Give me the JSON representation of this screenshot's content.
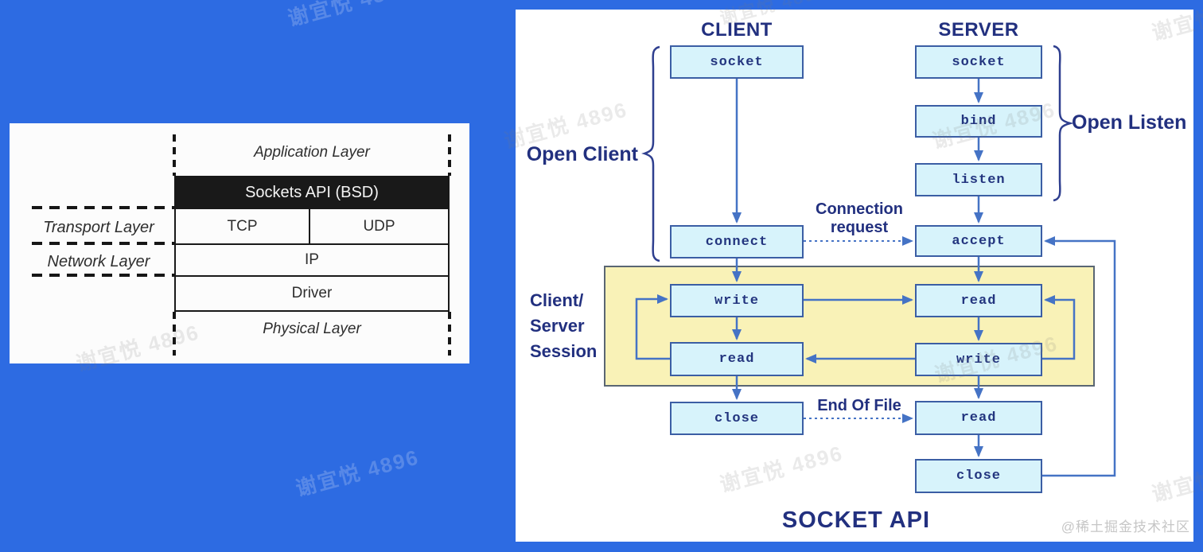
{
  "watermark": {
    "text": "谢宜悦 4896",
    "brand_badge": "@稀土掘金技术社区"
  },
  "layers_diagram": {
    "application_layer_label": "Application Layer",
    "sockets_api_label": "Sockets API (BSD)",
    "tcp_label": "TCP",
    "udp_label": "UDP",
    "ip_label": "IP",
    "driver_label": "Driver",
    "physical_layer_label": "Physical Layer",
    "transport_layer_label": "Transport Layer",
    "network_layer_label": "Network Layer"
  },
  "socket_flow_diagram": {
    "client_title": "CLIENT",
    "server_title": "SERVER",
    "open_client_label": "Open Client",
    "open_listen_label": "Open Listen",
    "connection_request_label": {
      "line1": "Connection",
      "line2": "request"
    },
    "session_label": {
      "line1": "Client/",
      "line2": "Server",
      "line3": "Session"
    },
    "end_of_file_label": "End Of File",
    "diagram_title": "SOCKET API",
    "client_steps": {
      "socket": "socket",
      "connect": "connect",
      "write": "write",
      "read": "read",
      "close": "close"
    },
    "server_steps": {
      "socket": "socket",
      "bind": "bind",
      "listen": "listen",
      "accept": "accept",
      "read_session": "read",
      "write": "write",
      "read_eof": "read",
      "close": "close"
    }
  },
  "colors": {
    "background": "#2d6be2",
    "box_fill": "#d7f3fb",
    "box_border": "#3b5ea4",
    "arrow": "#4573c5",
    "label_text": "#22307f",
    "session_fill": "#f9f2b7",
    "session_border": "#5a6673",
    "layers_line": "#191919"
  }
}
